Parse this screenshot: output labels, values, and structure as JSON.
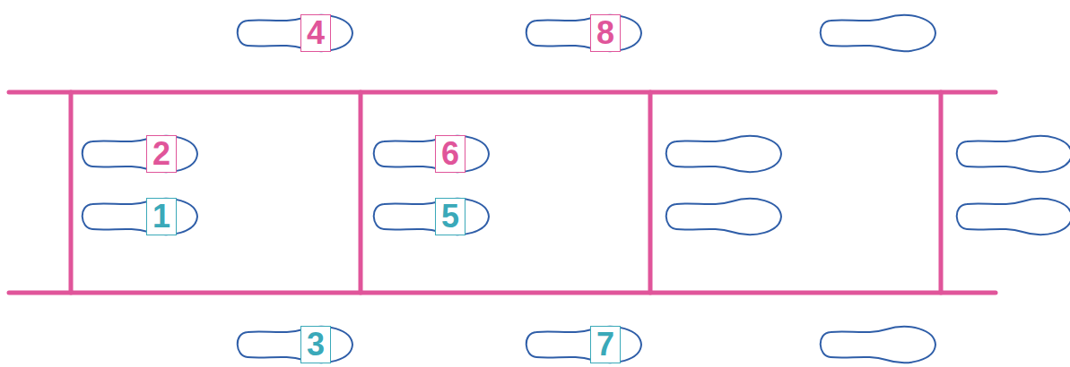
{
  "diagram": {
    "labels": [
      "4",
      "8",
      "2",
      "6",
      "1",
      "5",
      "3",
      "7"
    ]
  }
}
